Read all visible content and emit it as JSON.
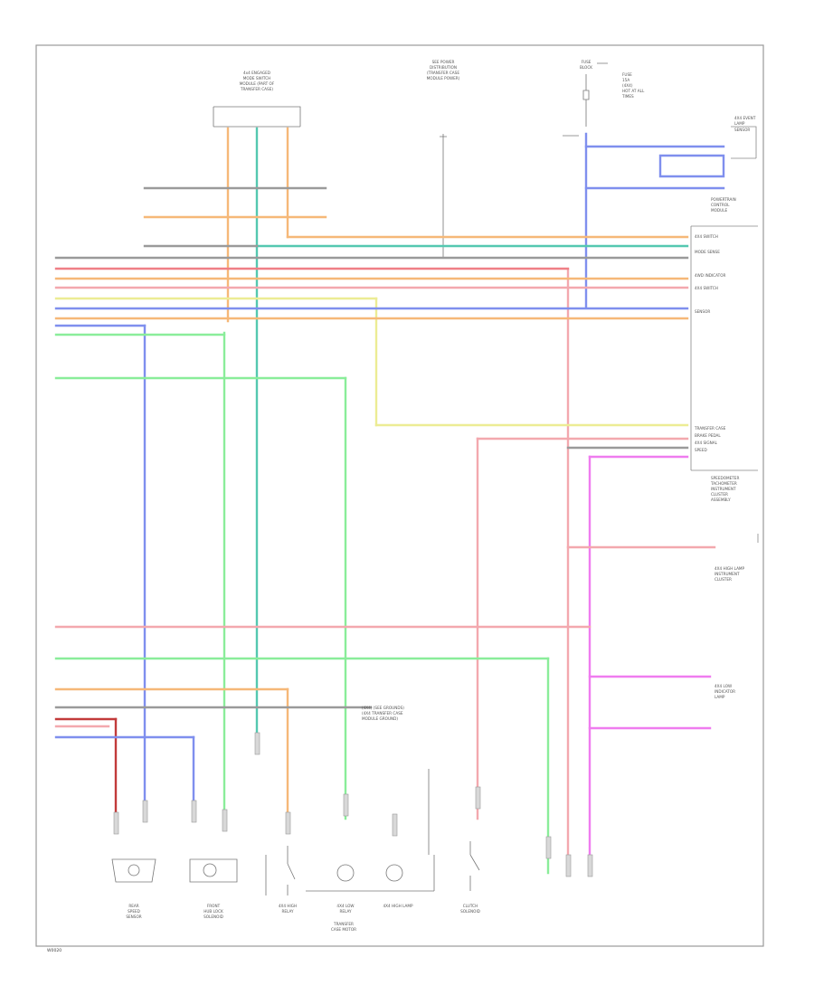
{
  "colors": {
    "red": "#ef7f86",
    "pink": "#f3a8ae",
    "orange": "#f6b878",
    "yellow": "#ecec94",
    "blue": "#7f8fee",
    "lightblue": "#8fd8ec",
    "green": "#8aed9a",
    "teal": "#54c8b0",
    "magenta": "#ef7cef",
    "gray": "#9a9a9a",
    "darkred": "#c23a3a",
    "frame": "#9a9a9a"
  },
  "labels": {
    "footer_code": "W0020",
    "top_module": [
      "4x4 ENGAGED",
      "MODE SWITCH",
      "MODULE (PART OF",
      "TRANSFER CASE)"
    ],
    "top_right_note": [
      "SEE POWER",
      "DISTRIBUTION",
      "(TRANSFER CASE",
      "MODULE POWER)"
    ],
    "fuse_block": [
      "FUSE",
      "BLOCK"
    ],
    "fuse_note": [
      "FUSE",
      "15A",
      "(4X4)",
      "HOT AT ALL",
      "TIMES"
    ],
    "right_upper_module": [
      "4X4 EVENT",
      "LAMP",
      "SENSOR"
    ],
    "right_pcm": [
      "POWERTRAIN",
      "CONTROL",
      "MODULE"
    ],
    "right_connector_pins": [
      "4X4 SWITCH",
      "MODE SENSE",
      "4WD INDICATOR",
      "4X4 SWITCH",
      "SENSOR"
    ],
    "mid_right_pins": [
      "TRANSFER CASE",
      "BRAKE PEDAL",
      "4X4 SIGNAL",
      "SPEED"
    ],
    "mid_right_module": [
      "SPEEDOMETER",
      "TACHOMETER",
      "INSTRUMENT",
      "CLUSTER",
      "ASSEMBLY"
    ],
    "lower_right_module": [
      "4X4 HIGH LAMP",
      "INSTRUMENT",
      "CLUSTER"
    ],
    "lower_right_module2": [
      "4X4 LOW",
      "INDICATOR",
      "LAMP"
    ],
    "bottom_components": [
      "REAR",
      "SPEED",
      "SENSOR",
      "FRONT",
      "HUB LOCK",
      "SOLENOID",
      "4X4 HIGH",
      "RELAY",
      "4X4 LOW",
      "RELAY",
      "4X4 HIGH LAMP",
      "CLUTCH",
      "SOLENOID"
    ],
    "bottom_mid_note": [
      "(4X4) (SEE GROUNDS)",
      "(4X4 TRANSFER CASE",
      "MODULE GROUND)"
    ],
    "bottom_sub": [
      "TRANSFER",
      "CASE MOTOR"
    ]
  }
}
